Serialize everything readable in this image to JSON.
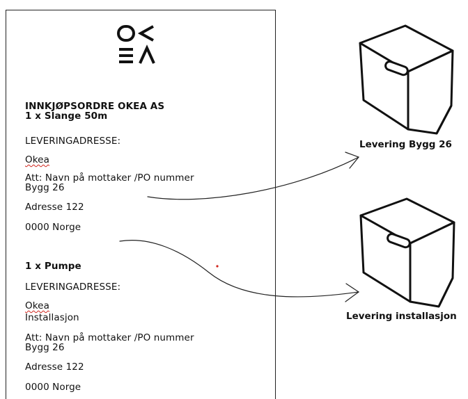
{
  "logo_text": "OKEA",
  "order1": {
    "title_line1": "INNKJØPSORDRE OKEA AS",
    "title_line2": "1 x Slange 50m",
    "heading": "LEVERINGADRESSE:",
    "company": "Okea",
    "att_line1": "Att: Navn på mottaker /PO nummer",
    "att_line2": "Bygg 26",
    "address": "Adresse 122",
    "postal": "0000 Norge"
  },
  "order2": {
    "title": "1 x Pumpe",
    "heading": "LEVERINGADRESSE:",
    "company": "Okea",
    "location": "Installasjon",
    "att_line1": "Att: Navn på mottaker /PO nummer",
    "att_line2": "Bygg 26",
    "address": "Adresse 122",
    "postal": "0000 Norge"
  },
  "destinations": {
    "box1_label": "Levering Bygg 26",
    "box2_label": "Levering installasjon"
  },
  "colors": {
    "ink": "#111111",
    "spell_marker": "#d0241c"
  }
}
